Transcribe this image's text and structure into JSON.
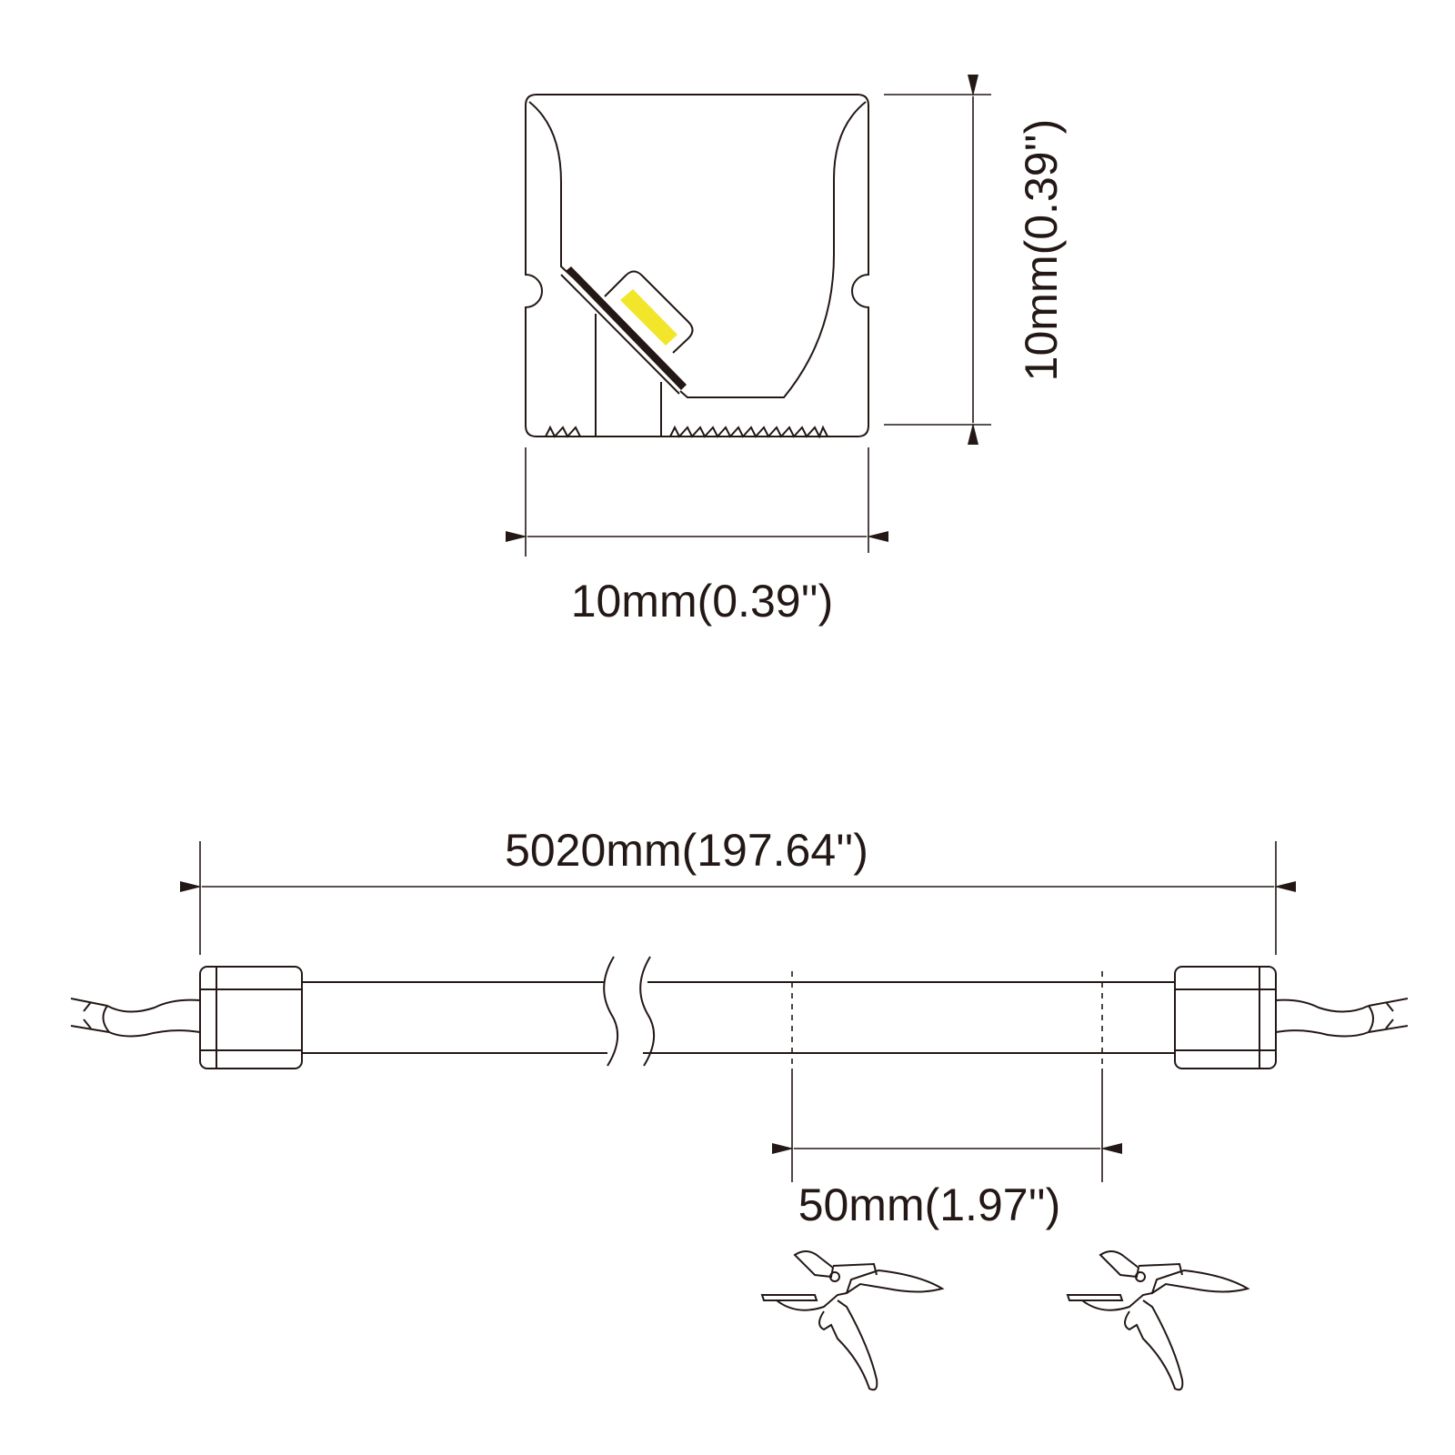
{
  "cross_section": {
    "width_label": "10mm(0.39'')",
    "height_label": "10mm(0.39'')",
    "led_color": "#f2e52a"
  },
  "strip": {
    "length_label": "5020mm(197.64'')",
    "cut_unit_label": "50mm(1.97'')"
  },
  "icons": [
    "scissors-icon",
    "scissors-icon"
  ],
  "colors": {
    "line": "#231815"
  }
}
